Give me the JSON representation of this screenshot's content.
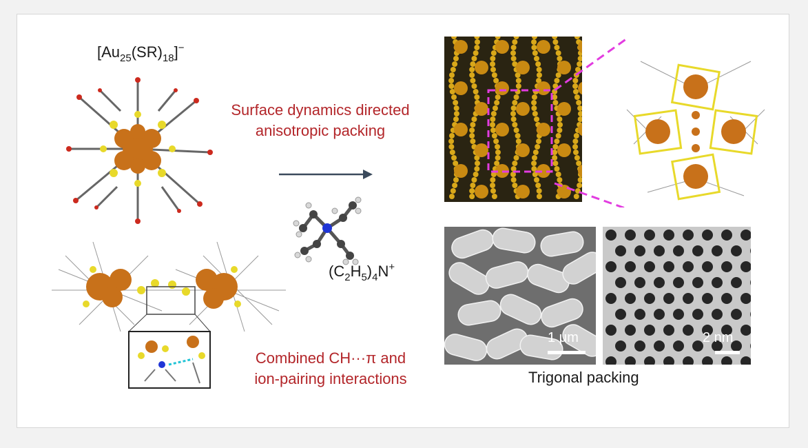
{
  "labels": {
    "formula_top": {
      "prefix": "[Au",
      "sub1": "25",
      "mid": "(SR)",
      "sub2": "18",
      "end": "]",
      "sup": "−"
    },
    "surface_line1": "Surface dynamics directed",
    "surface_line2": "anisotropic packing",
    "cation": {
      "a": "(C",
      "sub1": "2",
      "b": "H",
      "sub2": "5",
      "c": ")",
      "sub3": "4",
      "d": "N",
      "sup": "+"
    },
    "combined_line1": "Combined CH···π and",
    "combined_line2": "ion-pairing interactions",
    "trigonal": "Trigonal packing",
    "scale_um": "1 μm",
    "scale_nm": "2 nm"
  },
  "colors": {
    "red_text": "#b3262a",
    "gold": "#e0b215",
    "orange_atom": "#c8711a",
    "magenta_dash": "#e23ce0",
    "arrow": "#3a4a5c",
    "nitrogen": "#1f35d6"
  }
}
